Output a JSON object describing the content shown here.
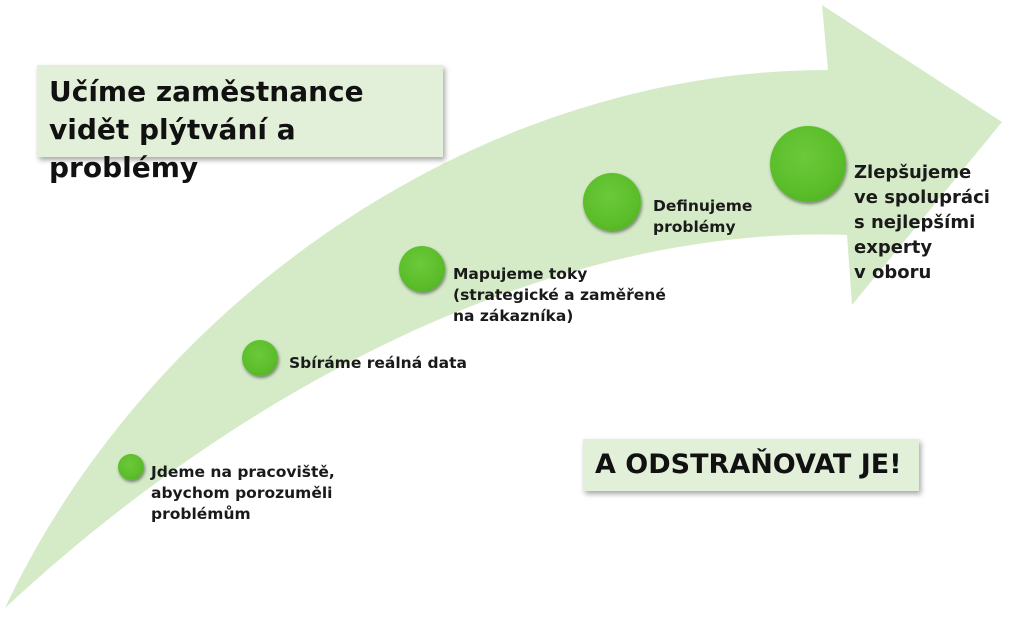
{
  "headline": "Učíme zaměstnance vidět plýtvání a problémy",
  "action": "A ODSTRAŇOVAT JE!",
  "colors": {
    "arrow_fill": "#d5ebc8",
    "dot_green": "#5bbd2a",
    "callout_fill": "#e2f0d9"
  },
  "steps": [
    {
      "label": "Jdeme na pracoviště,\nabychom porozuměli\nproblémům"
    },
    {
      "label": "Sbíráme reálná data"
    },
    {
      "label": "Mapujeme toky\n(strategické a zaměřené\nna zákazníka)"
    },
    {
      "label": "Definujeme\nproblémy"
    },
    {
      "label": "Zlepšujeme\nve spolupráci\ns nejlepšími\nexperty\nv oboru"
    }
  ]
}
